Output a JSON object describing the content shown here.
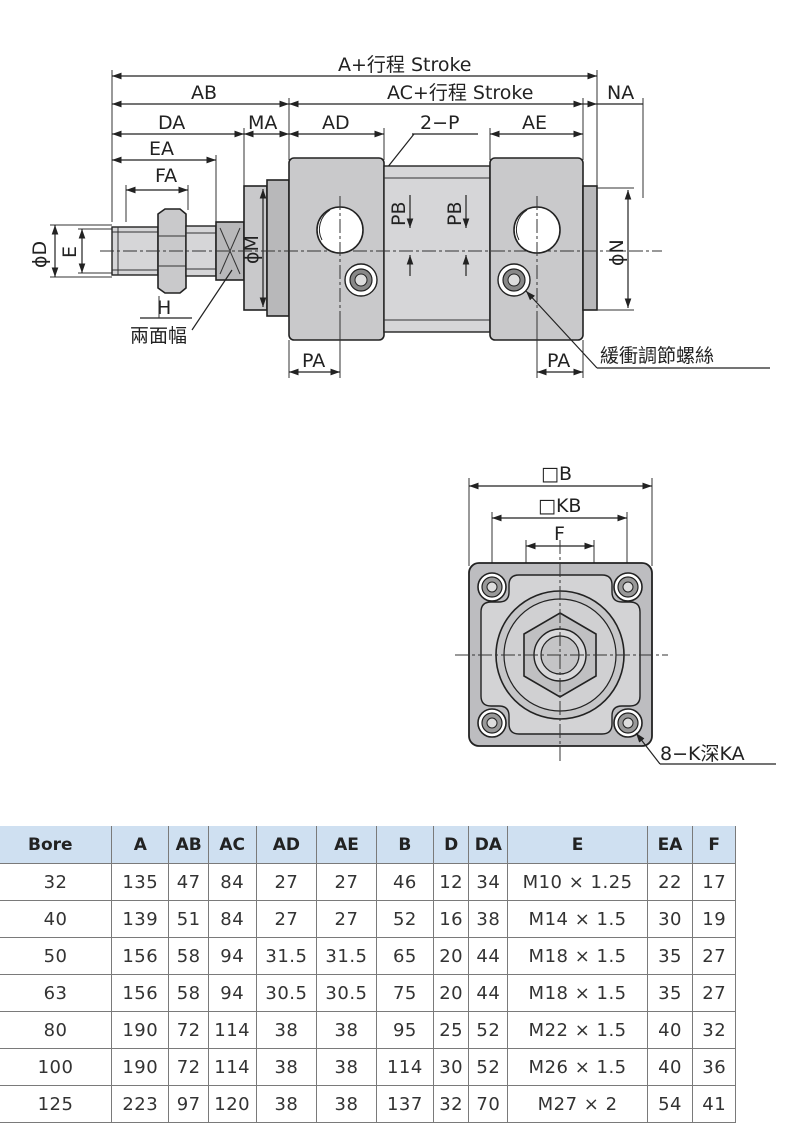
{
  "side_view": {
    "label_A_stroke": "A+行程 Stroke",
    "label_AB": "AB",
    "label_AC_stroke": "AC+行程 Stroke",
    "label_NA": "NA",
    "label_DA": "DA",
    "label_MA": "MA",
    "label_AD": "AD",
    "label_2P": "2−P",
    "label_AE": "AE",
    "label_EA": "EA",
    "label_FA": "FA",
    "label_D": "ϕD",
    "label_E": "E",
    "label_M": "ϕM",
    "label_PB_1": "PB",
    "label_PB_2": "PB",
    "label_N": "ϕN",
    "label_H": "H",
    "label_wrench": "兩面幅",
    "label_PA_1": "PA",
    "label_PA_2": "PA",
    "label_cushion": "緩衝調節螺絲"
  },
  "end_view": {
    "label_B": "□B",
    "label_KB": "□KB",
    "label_F": "F",
    "label_K": "8−K深KA"
  },
  "table": {
    "headers": [
      "Bore",
      "A",
      "AB",
      "AC",
      "AD",
      "AE",
      "B",
      "D",
      "DA",
      "E",
      "EA",
      "F"
    ],
    "rows": [
      [
        "32",
        "135",
        "47",
        "84",
        "27",
        "27",
        "46",
        "12",
        "34",
        "M10 × 1.25",
        "22",
        "17"
      ],
      [
        "40",
        "139",
        "51",
        "84",
        "27",
        "27",
        "52",
        "16",
        "38",
        "M14 × 1.5",
        "30",
        "19"
      ],
      [
        "50",
        "156",
        "58",
        "94",
        "31.5",
        "31.5",
        "65",
        "20",
        "44",
        "M18 × 1.5",
        "35",
        "27"
      ],
      [
        "63",
        "156",
        "58",
        "94",
        "30.5",
        "30.5",
        "75",
        "20",
        "44",
        "M18 × 1.5",
        "35",
        "27"
      ],
      [
        "80",
        "190",
        "72",
        "114",
        "38",
        "38",
        "95",
        "25",
        "52",
        "M22 × 1.5",
        "40",
        "32"
      ],
      [
        "100",
        "190",
        "72",
        "114",
        "38",
        "38",
        "114",
        "30",
        "52",
        "M26 × 1.5",
        "40",
        "36"
      ],
      [
        "125",
        "223",
        "97",
        "120",
        "38",
        "38",
        "137",
        "32",
        "70",
        "M27 × 2",
        "54",
        "41"
      ]
    ]
  },
  "colors": {
    "header_bg": "#cfe0f1",
    "body_fill": "#c9c9cb",
    "line": "#222222"
  }
}
